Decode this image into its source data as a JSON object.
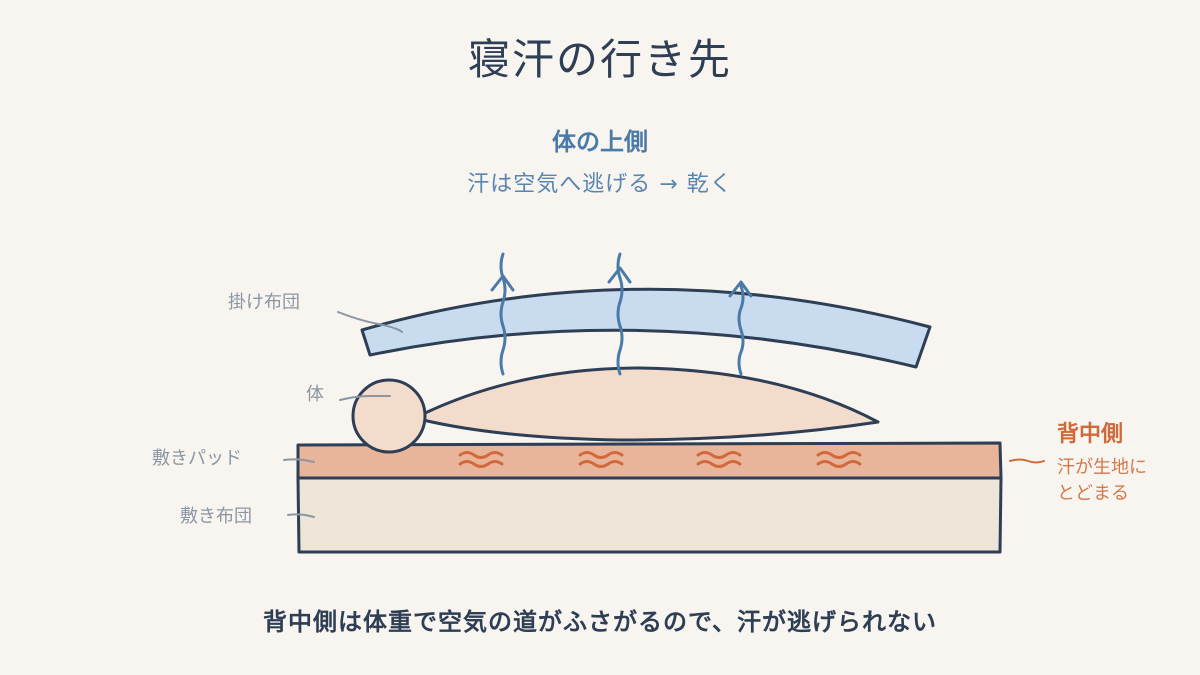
{
  "title": "寝汗の行き先",
  "top_section": {
    "heading": "体の上側",
    "description": "汗は空気へ逃げる  →  乾く"
  },
  "labels": {
    "futon_cover": "掛け布団",
    "body": "体",
    "pad": "敷きパッド",
    "futon_mat": "敷き布団"
  },
  "back_section": {
    "heading": "背中側",
    "lines": [
      "汗が生地に",
      "とどまる"
    ]
  },
  "caption": "背中側は体重で空気の道がふさがるので、汗が逃げられない",
  "colors": {
    "outline": "#2d3e55",
    "futon_cover": "#c9dbef",
    "body": "#f3dccb",
    "pad": "#e8b49a",
    "mat": "#ede5d7",
    "arrow": "#4a7ba8",
    "sweat": "#d2693c"
  }
}
